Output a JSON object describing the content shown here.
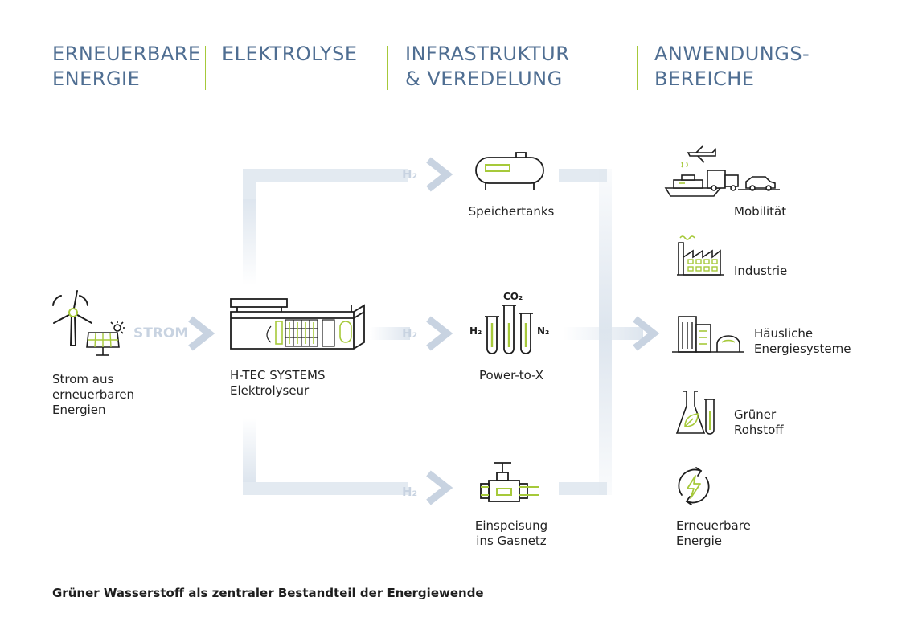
{
  "headers": [
    {
      "line1": "ERNEUERBARE",
      "line2": "ENERGIE"
    },
    {
      "line1": "ELEKTROLYSE",
      "line2": ""
    },
    {
      "line1": "INFRASTRUKTUR",
      "line2": "& VEREDELUNG"
    },
    {
      "line1": "ANWENDUNGS-",
      "line2": "BEREICHE"
    }
  ],
  "flow": {
    "strom": "STROM",
    "h2": "H₂"
  },
  "source": {
    "line1": "Strom aus",
    "line2": "erneuerbaren",
    "line3": "Energien"
  },
  "electrolyser": {
    "line1": "H-TEC SYSTEMS",
    "line2": "Elektrolyseur"
  },
  "infrastructure": {
    "storage": "Speichertanks",
    "ptx": "Power-to-X",
    "grid_line1": "Einspeisung",
    "grid_line2": "ins Gasnetz",
    "chem_co2": "CO₂",
    "chem_h2": "H₂",
    "chem_n2": "N₂"
  },
  "applications": {
    "mobility": "Mobilität",
    "industry": "Industrie",
    "home_line1": "Häusliche",
    "home_line2": "Energiesysteme",
    "raw_line1": "Grüner",
    "raw_line2": "Rohstoff",
    "ren_line1": "Erneuerbare",
    "ren_line2": "Energie"
  },
  "caption": "Grüner Wasserstoff als zentraler Bestandteil der Energiewende",
  "colors": {
    "header_blue": "#4f6e92",
    "accent_green": "#a6c93a",
    "flow_light_blue": "#c8d3e1",
    "icon_dark": "#1e1e1e"
  },
  "icons": [
    "wind-turbine-icon",
    "solar-panel-icon",
    "electrolyser-icon",
    "storage-tank-icon",
    "test-tubes-icon",
    "pipeline-valve-icon",
    "mobility-icon",
    "factory-icon",
    "buildings-icon",
    "lab-flask-icon",
    "renewable-cycle-icon"
  ]
}
